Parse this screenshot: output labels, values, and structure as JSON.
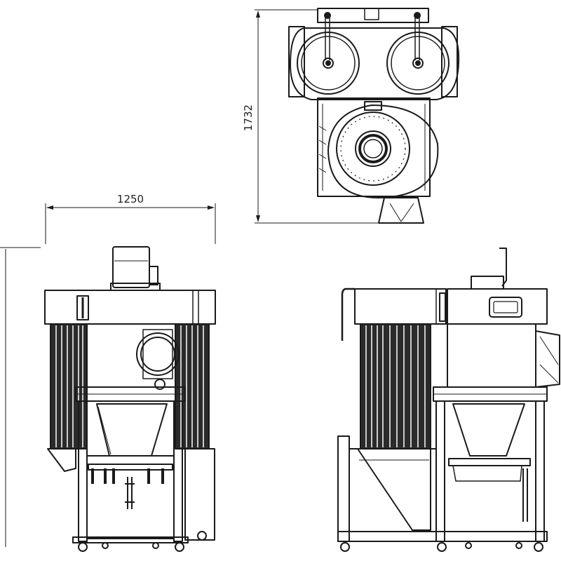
{
  "drawing": {
    "dimensions": {
      "width_label": "1250",
      "depth_label": "1732"
    },
    "views": [
      "top-view",
      "front-view",
      "side-view"
    ],
    "line_color": "#1a1a1a",
    "background": "#ffffff"
  }
}
